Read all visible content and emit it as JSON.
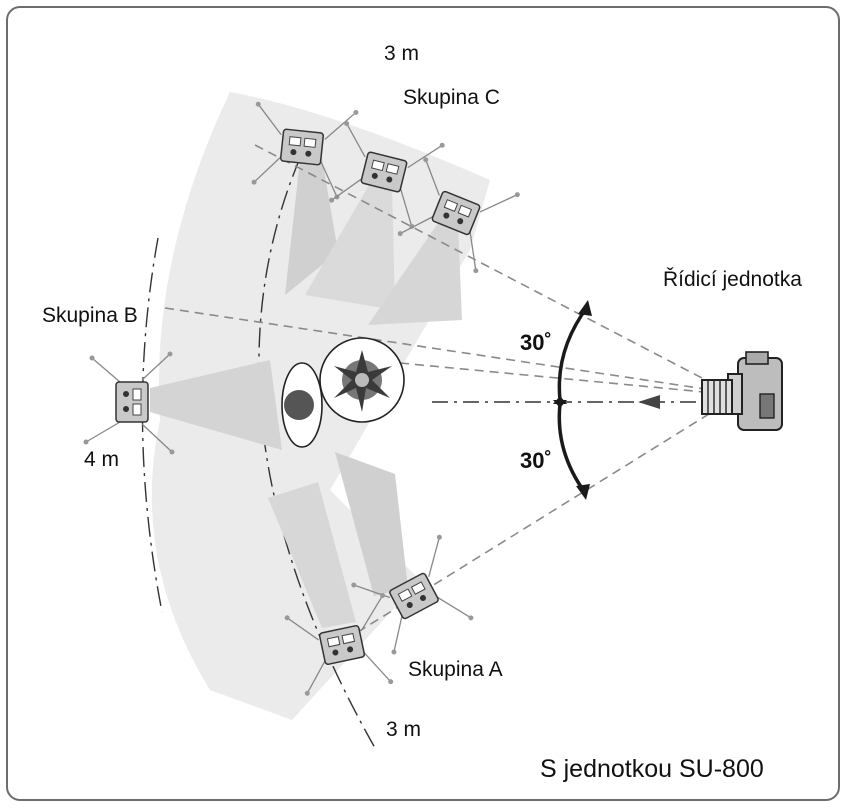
{
  "labels": {
    "dist_top": "3 m",
    "group_c": "Skupina C",
    "group_b": "Skupina B",
    "dist_left": "4 m",
    "group_a": "Skupina A",
    "dist_bottom": "3 m",
    "commander": "Řídicí jednotka",
    "angle_upper": "30˚",
    "angle_lower": "30˚",
    "caption": "S jednotkou SU-800"
  },
  "colors": {
    "fan": "#e6e6e6",
    "cone": "#d2d2d2",
    "dash": "#8a8a8a",
    "subject": "#555555",
    "dark": "#1a1a1a"
  }
}
